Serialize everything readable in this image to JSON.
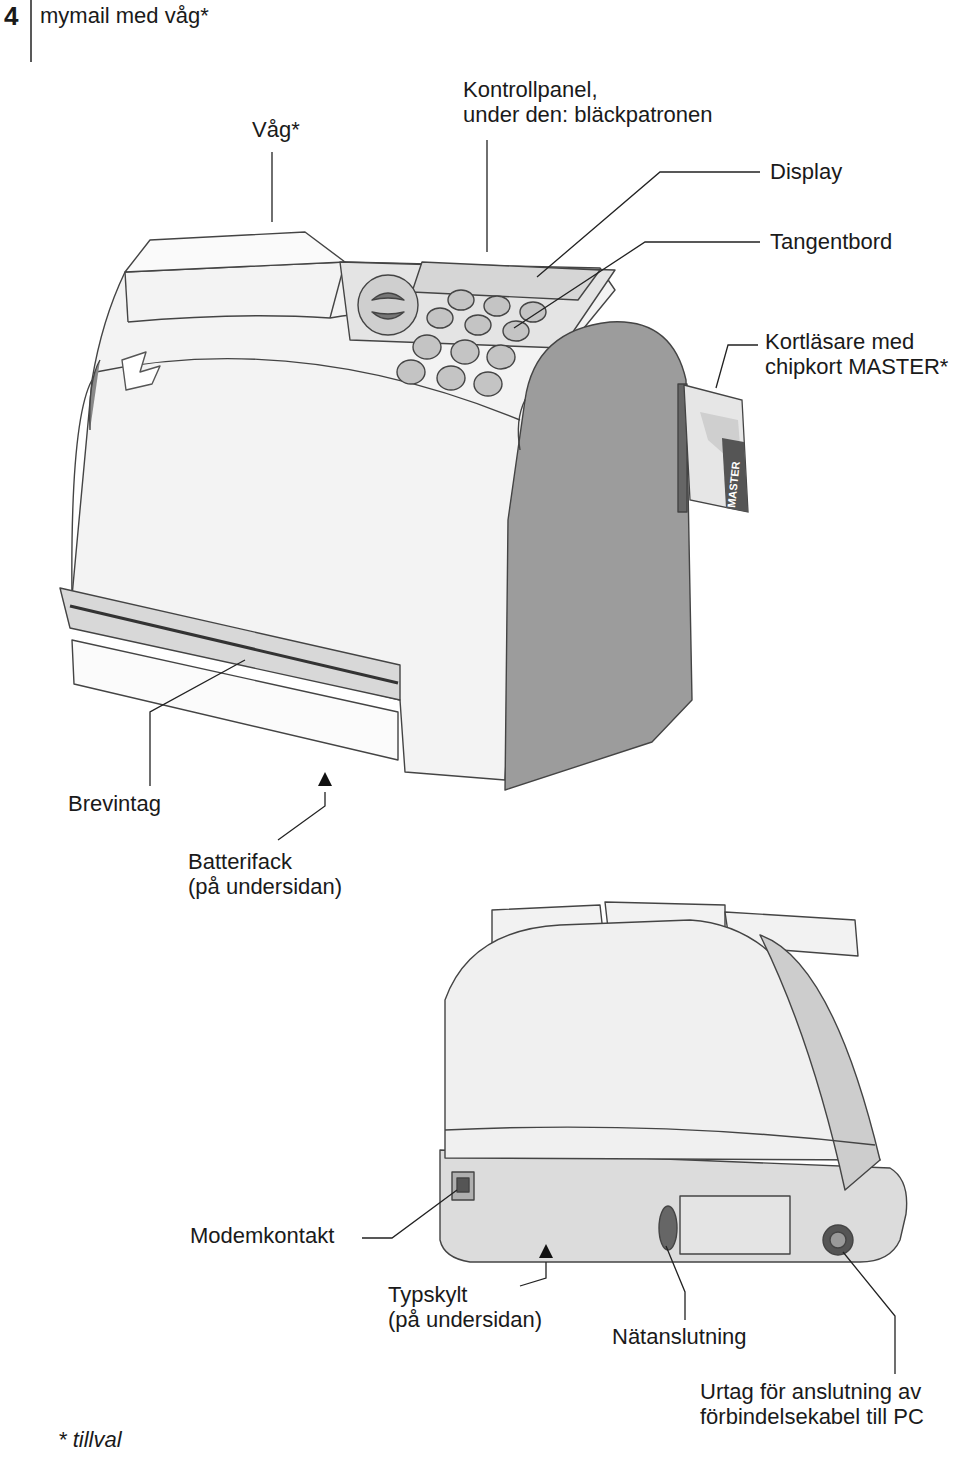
{
  "diagram": {
    "title": "mymail med våg*",
    "labels": [
      "4",
      "Våg*",
      "Kontrollpanel, under den: bläckpatronen",
      "Display",
      "Tangentbord",
      "Kortläsare med chipkort MASTER*",
      "MASTER",
      "Brevintag",
      "Batterifack (på undersidan)",
      "Modemkontakt",
      "Typskylt (på undersidan)",
      "Nätanslutning",
      "Urtag för anslutning av förbindelsekabel till PC",
      "* tillval"
    ]
  }
}
